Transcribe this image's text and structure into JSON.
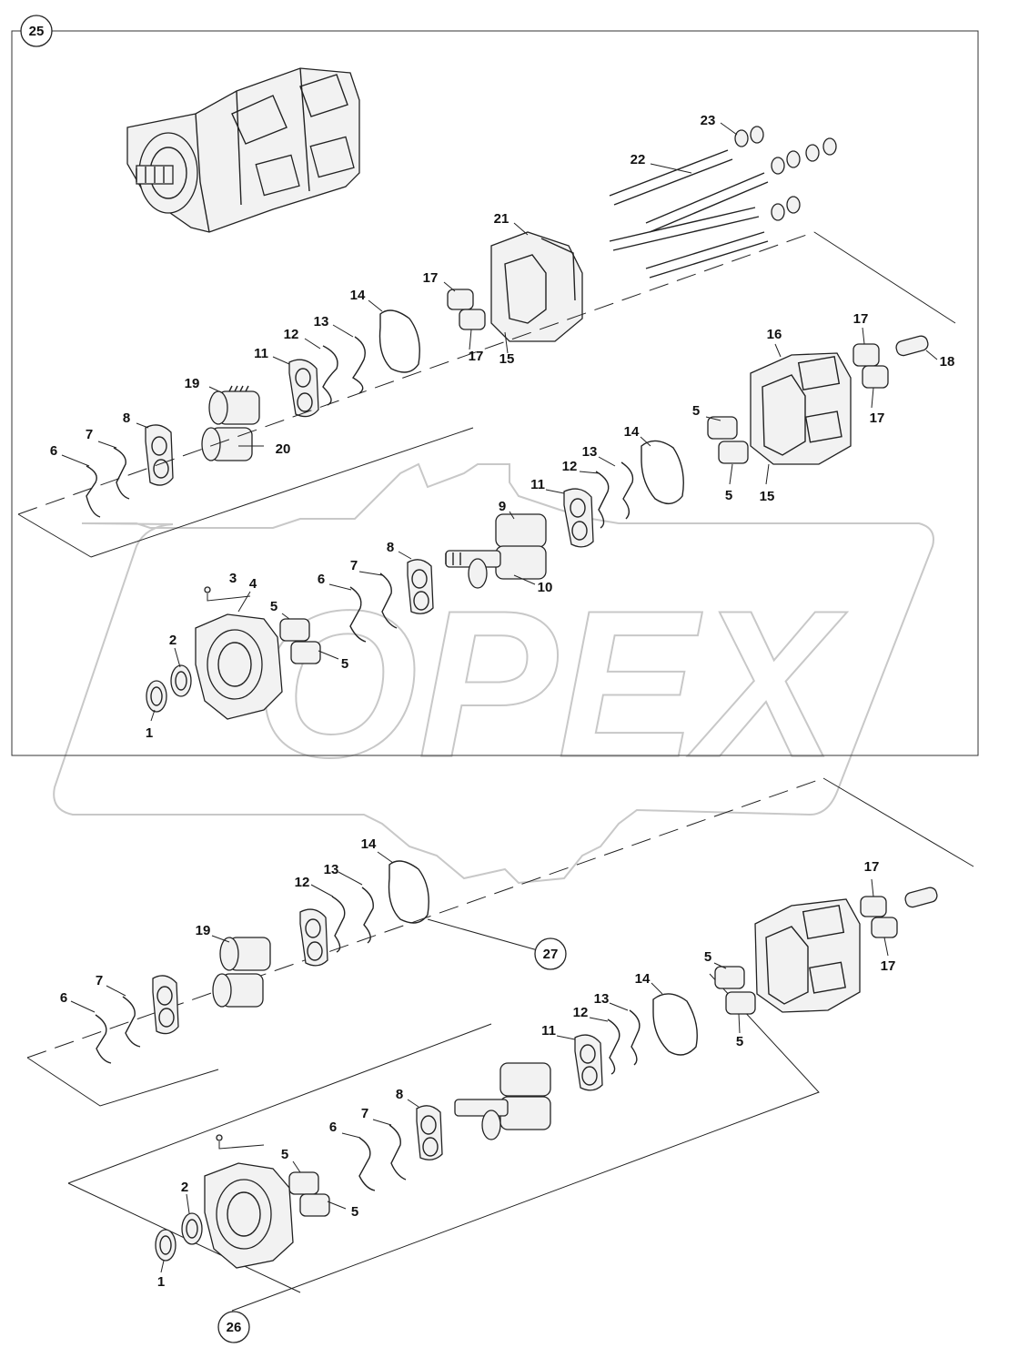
{
  "callouts": {
    "c25": "25",
    "c26": "26",
    "c27": "27",
    "p1": "1",
    "p2": "2",
    "p3": "3",
    "p4": "4",
    "p5": "5",
    "p6": "6",
    "p7": "7",
    "p8": "8",
    "p9": "9",
    "p10": "10",
    "p11": "11",
    "p12": "12",
    "p13": "13",
    "p14": "14",
    "p15": "15",
    "p16": "16",
    "p17": "17",
    "p18": "18",
    "p19": "19",
    "p20": "20",
    "p21": "21",
    "p22": "22",
    "p23": "23"
  },
  "watermark": "OPEX"
}
